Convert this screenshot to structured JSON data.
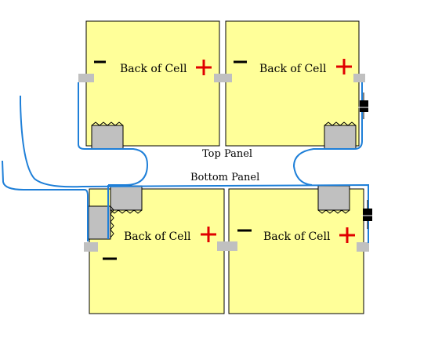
{
  "colors": {
    "cell_fill": "#ffff99",
    "wire": "#1e7fd8",
    "tab": "#c0c0c0",
    "plus": "#e00000",
    "minus": "#000000",
    "diode": "#000000"
  },
  "labels": {
    "top_panel": "Top Panel",
    "bottom_panel": "Bottom Panel"
  },
  "cells": [
    {
      "id": "top-left",
      "label": "Back of Cell"
    },
    {
      "id": "top-right",
      "label": "Back of Cell"
    },
    {
      "id": "bottom-left",
      "label": "Back of Cell"
    },
    {
      "id": "bottom-right",
      "label": "Back of Cell"
    }
  ]
}
